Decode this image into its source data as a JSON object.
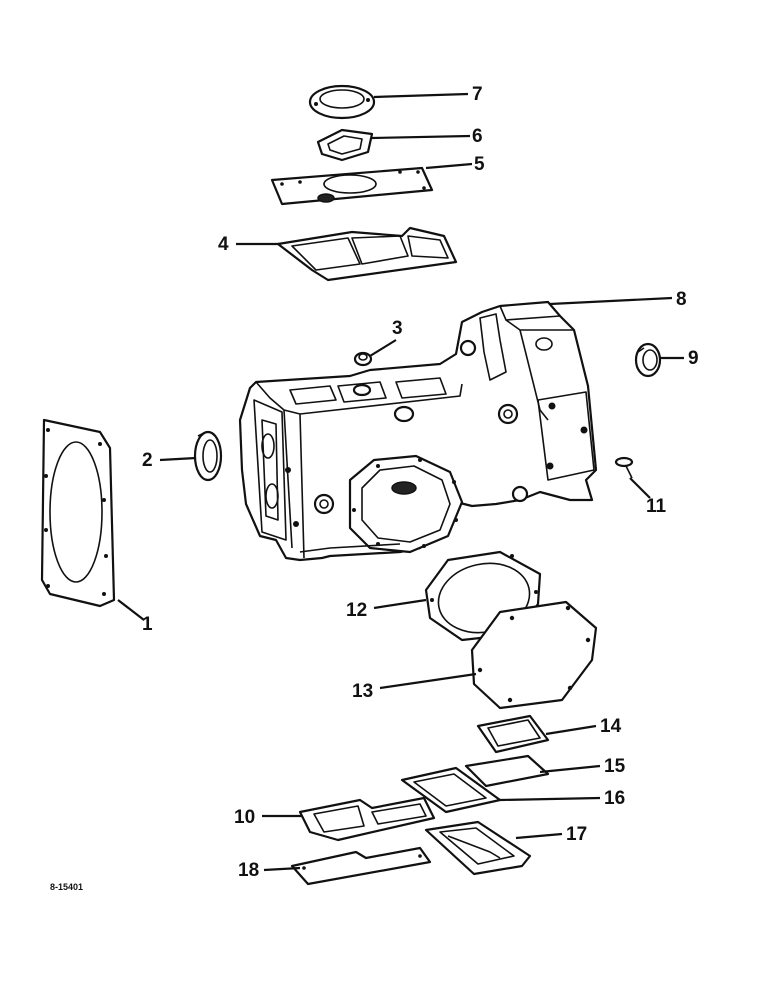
{
  "callouts": [
    "1",
    "2",
    "3",
    "4",
    "5",
    "6",
    "7",
    "8",
    "9",
    "10",
    "11",
    "12",
    "13",
    "14",
    "15",
    "16",
    "17",
    "18"
  ],
  "drawing_ref": "8-15401"
}
